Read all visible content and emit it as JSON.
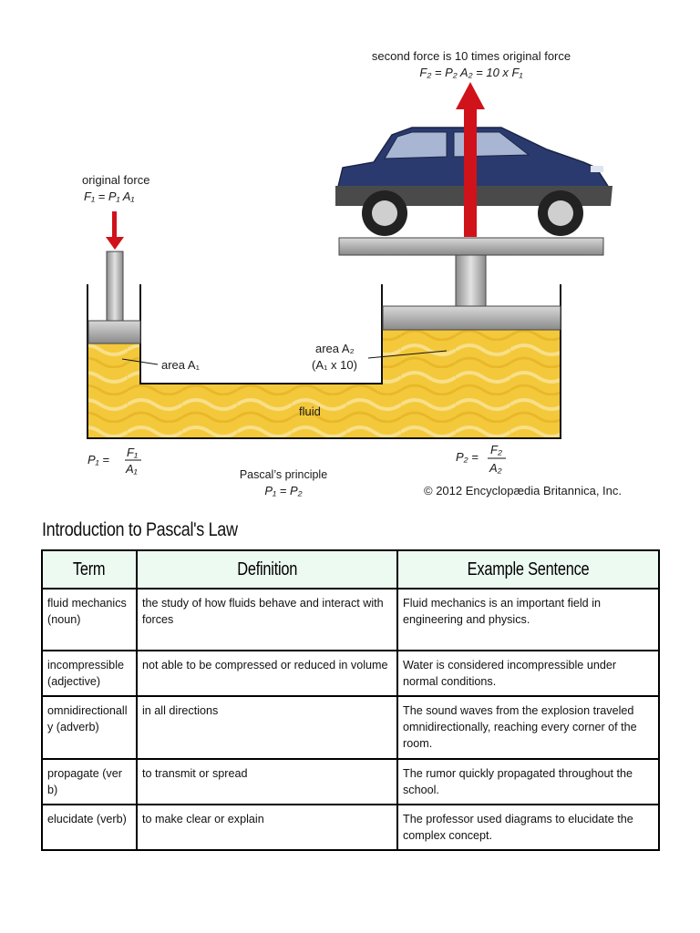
{
  "figure": {
    "top_caption_1": "second force is 10 times original force",
    "top_caption_2": "F₂ = P₂ A₂ = 10 x F₁",
    "left_caption_1": "original force",
    "left_caption_2": "F₁ = P₁ A₁",
    "area_small": "area A₁",
    "area_large_1": "area A₂",
    "area_large_2": "(A₁ x 10)",
    "fluid": "fluid",
    "p1_lhs": "P₁ =",
    "p1_num": "F₁",
    "p1_den": "A₁",
    "p2_lhs": "P₂ =",
    "p2_num": "F₂",
    "p2_den": "A₂",
    "principle_1": "Pascal’s principle",
    "principle_2": "P₁ = P₂",
    "copyright": "© 2012 Encyclopædia Britannica, Inc.",
    "colors": {
      "fluid": "#f3c93b",
      "fluid_swirl": "#f7dc80",
      "arrow": "#d0121b",
      "car_body": "#2b3a6e",
      "metal": "#bdbdbd"
    }
  },
  "heading": "Introduction to Pascal's Law",
  "table": {
    "headers": [
      "Term",
      "Definition",
      "Example Sentence"
    ],
    "rows": [
      {
        "term": "fluid mechanics (noun)",
        "definition": "the study of how fluids behave and interact with forces",
        "example": "Fluid mechanics is an important field in engineering and physics."
      },
      {
        "term": "incompressible (adjective)",
        "definition": "not able to be compressed or reduced in volume",
        "example": "Water is considered incompressible under normal conditions."
      },
      {
        "term": "omnidirectionally (adverb)",
        "definition": "in all directions",
        "example": "The sound waves from the explosion traveled omnidirectionally, reaching every corner of the room."
      },
      {
        "term": "propagate (verb)",
        "definition": "to transmit or spread",
        "example": "The rumor quickly propagated throughout the school."
      },
      {
        "term": "elucidate (verb)",
        "definition": "to make clear or explain",
        "example": "The professor used diagrams to elucidate the complex concept."
      }
    ]
  }
}
